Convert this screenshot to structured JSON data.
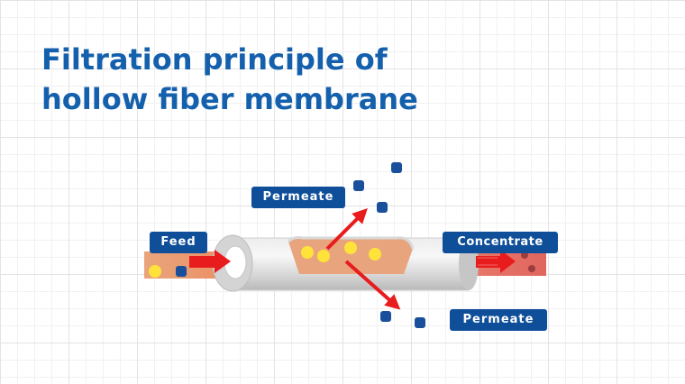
{
  "title": {
    "line1": "Filtration principle of",
    "line2": "hollow fiber membrane"
  },
  "labels": {
    "feed": "Feed",
    "permeate_top": "Permeate",
    "concentrate": "Concentrate",
    "permeate_bottom": "Permeate"
  },
  "colors": {
    "title": "#1460ad",
    "label_bg": "#0f4f99",
    "flow_arrow": "#e81c1c",
    "feed_liquid": "#e8a47a",
    "concentrate_liquid": "#e0665e",
    "large_particle": "#ffe23a",
    "small_particle": "#1a4f9c",
    "fiber": "#dcdcdc"
  },
  "icons": [
    "flow-arrow",
    "particle"
  ]
}
